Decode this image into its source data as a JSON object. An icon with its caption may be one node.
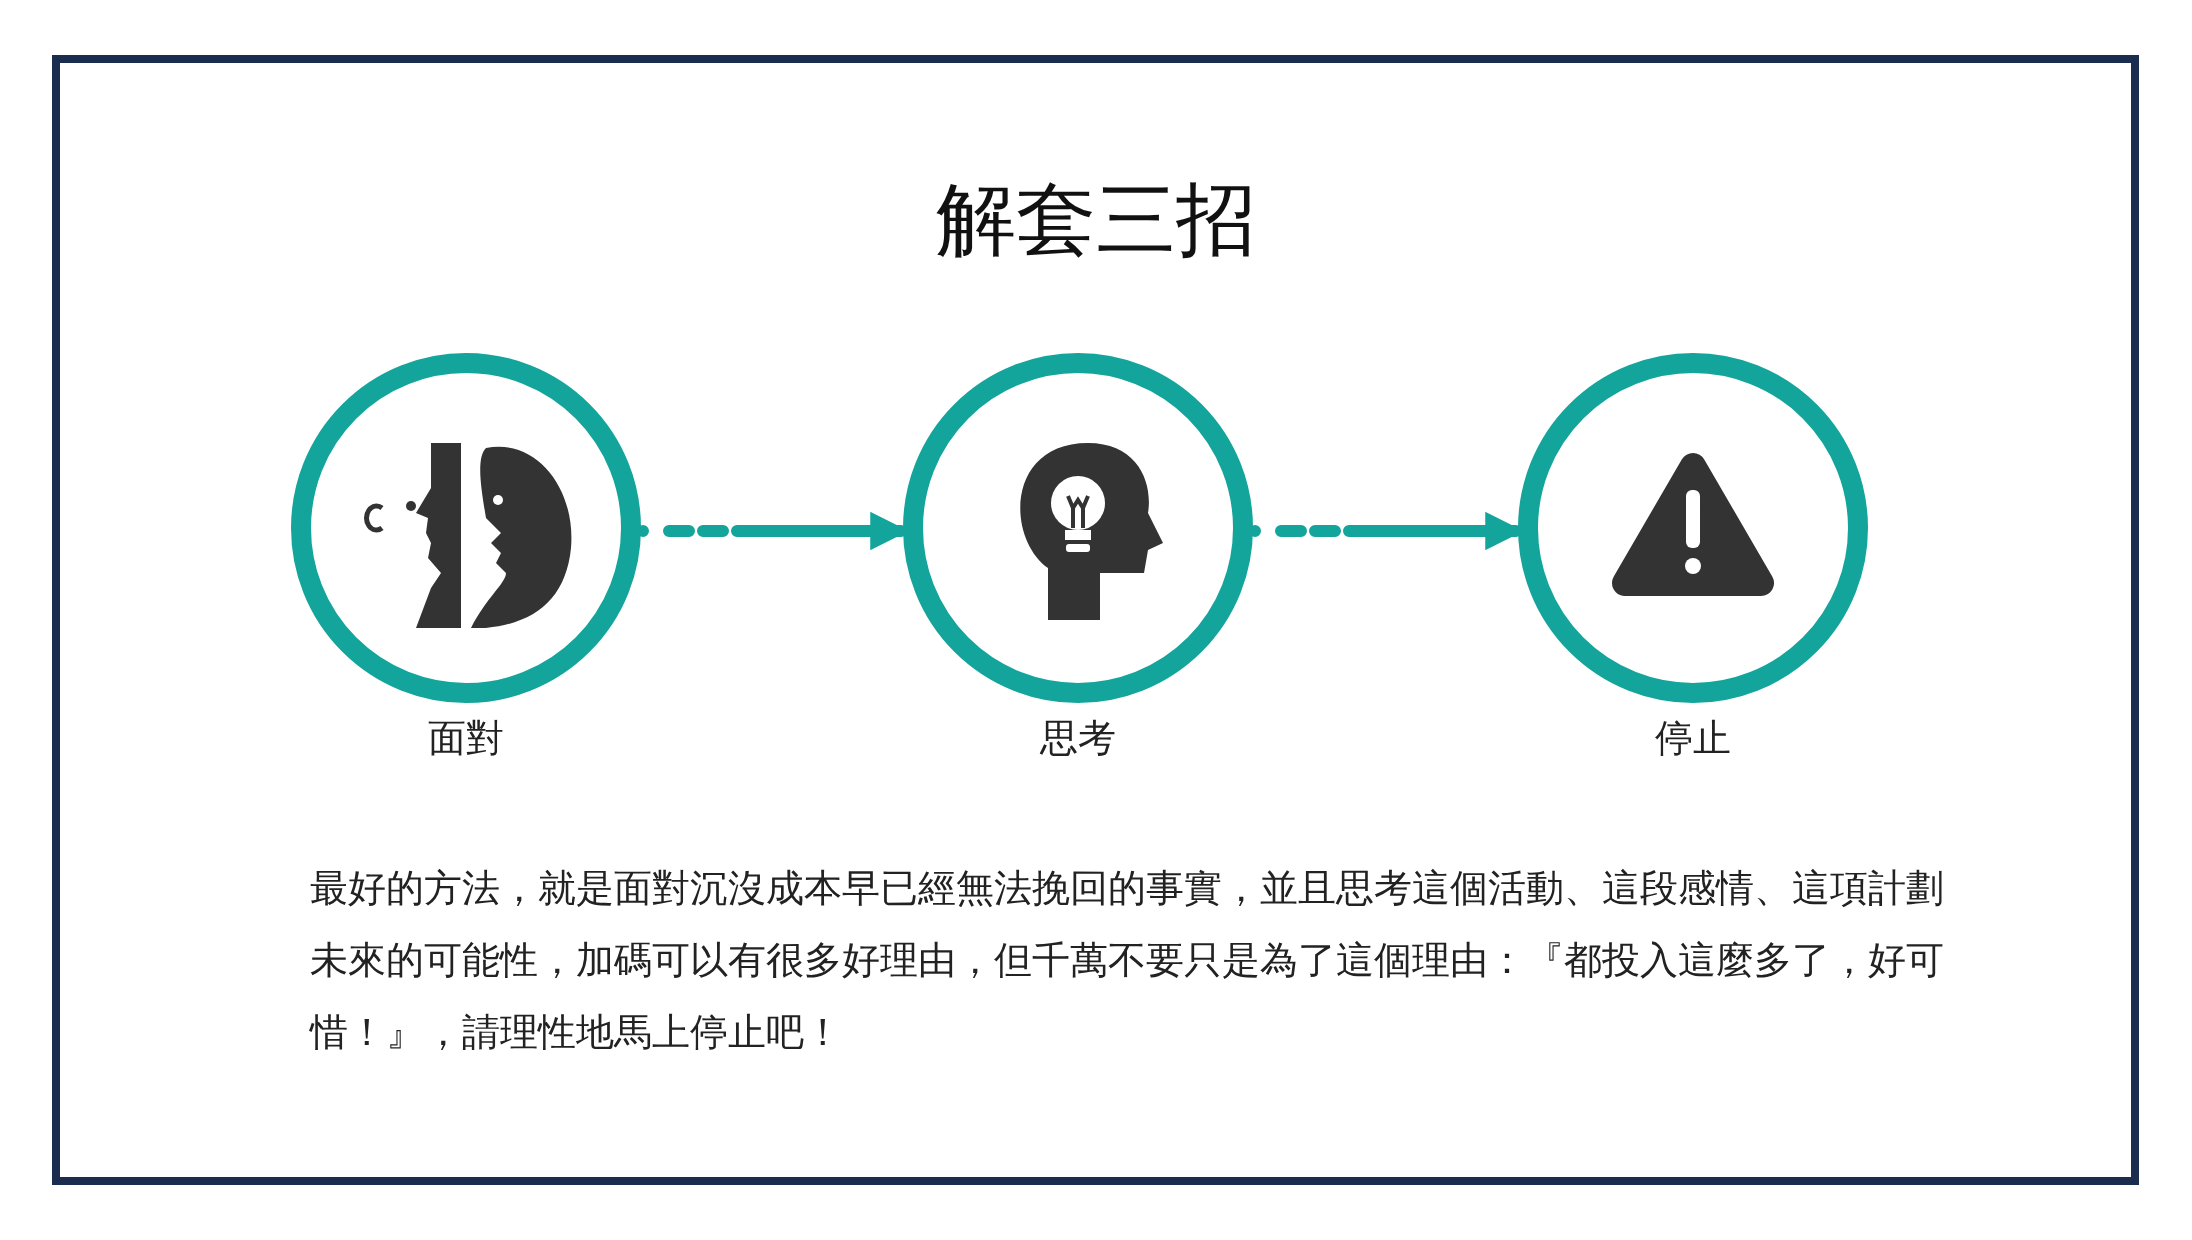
{
  "diagram": {
    "title": "解套三招",
    "nodes": [
      {
        "text": [
          "面對"
        ]
      },
      {
        "text": [
          "思考"
        ]
      },
      {
        "text": [
          "停止"
        ]
      }
    ],
    "edges": [
      {
        "from": 0,
        "to": 1,
        "arrow": "to",
        "style": "dashed"
      },
      {
        "from": 1,
        "to": 2,
        "arrow": "to",
        "style": "dashed"
      }
    ],
    "labels": [
      "最好的方法，就是面對沉沒成本早已經無法挽回的事實，並且思考這個活動、這段感情、這項計劃未來的可能性，加碼可以有很多好理由，但千萬不要只是為了這個理由：『都投入這麼多了，好可惜！』，請理性地馬上停止吧！"
    ]
  }
}
